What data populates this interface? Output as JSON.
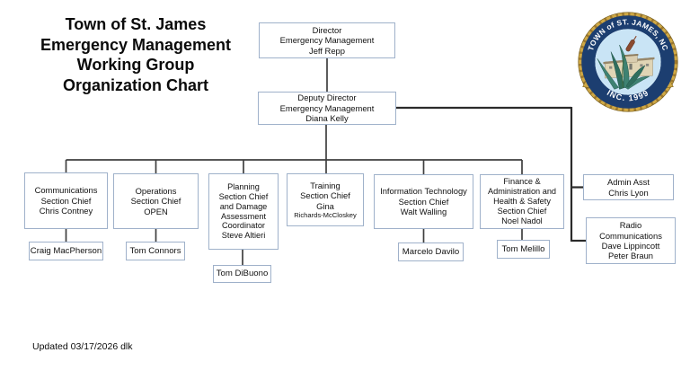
{
  "title": {
    "text": "Town of St. James\nEmergency Management\nWorking Group\nOrganization Chart"
  },
  "footer": {
    "updated_text": "Updated 03/17/2026 dlk"
  },
  "logo": {
    "arc_top": "TOWN of ST. JAMES, NC",
    "arc_bottom": "INC. 1999"
  },
  "colors": {
    "box_border": "#9FB1CA",
    "connector": "#3F3F3F",
    "connector_right": "#2B2B2B",
    "seal_navy": "#1C3E70",
    "seal_gold": "#CFA845",
    "seal_sky": "#C9E4F5",
    "seal_green": "#3E8272",
    "seal_building": "#E0D5B5",
    "seal_cattail": "#8B4A2F"
  },
  "boxes": {
    "director": {
      "text": "Director\nEmergency Management\nJeff Repp"
    },
    "deputy_director": {
      "text": "Deputy Director\nEmergency Management\nDiana Kelly"
    },
    "communications": {
      "text": "Communications\nSection Chief\nChris Contney"
    },
    "operations": {
      "text": "Operations\nSection Chief\nOPEN"
    },
    "planning": {
      "text": "Planning\nSection Chief\nand Damage\nAssessment\nCoordinator\nSteve Altieri"
    },
    "training": {
      "text": "Training\nSection Chief\nGina",
      "small_line": "Richards-McCloskey"
    },
    "information_technology": {
      "text": "Information Technology\nSection Chief\nWalt Walling"
    },
    "finance_admin_health_safety": {
      "text": "Finance &\nAdministration and\nHealth & Safety\nSection Chief\nNoel Nadol"
    },
    "admin_asst": {
      "text": "Admin Asst\nChris Lyon"
    },
    "radio_communications": {
      "text": "Radio\nCommunications\nDave Lippincott\nPeter Braun"
    },
    "communications_staff": {
      "text": "Craig MacPherson"
    },
    "operations_staff": {
      "text": "Tom Connors"
    },
    "planning_staff": {
      "text": "Tom DiBuono"
    },
    "it_staff": {
      "text": "Marcelo Davilo"
    },
    "finance_staff": {
      "text": "Tom Melillo"
    }
  }
}
